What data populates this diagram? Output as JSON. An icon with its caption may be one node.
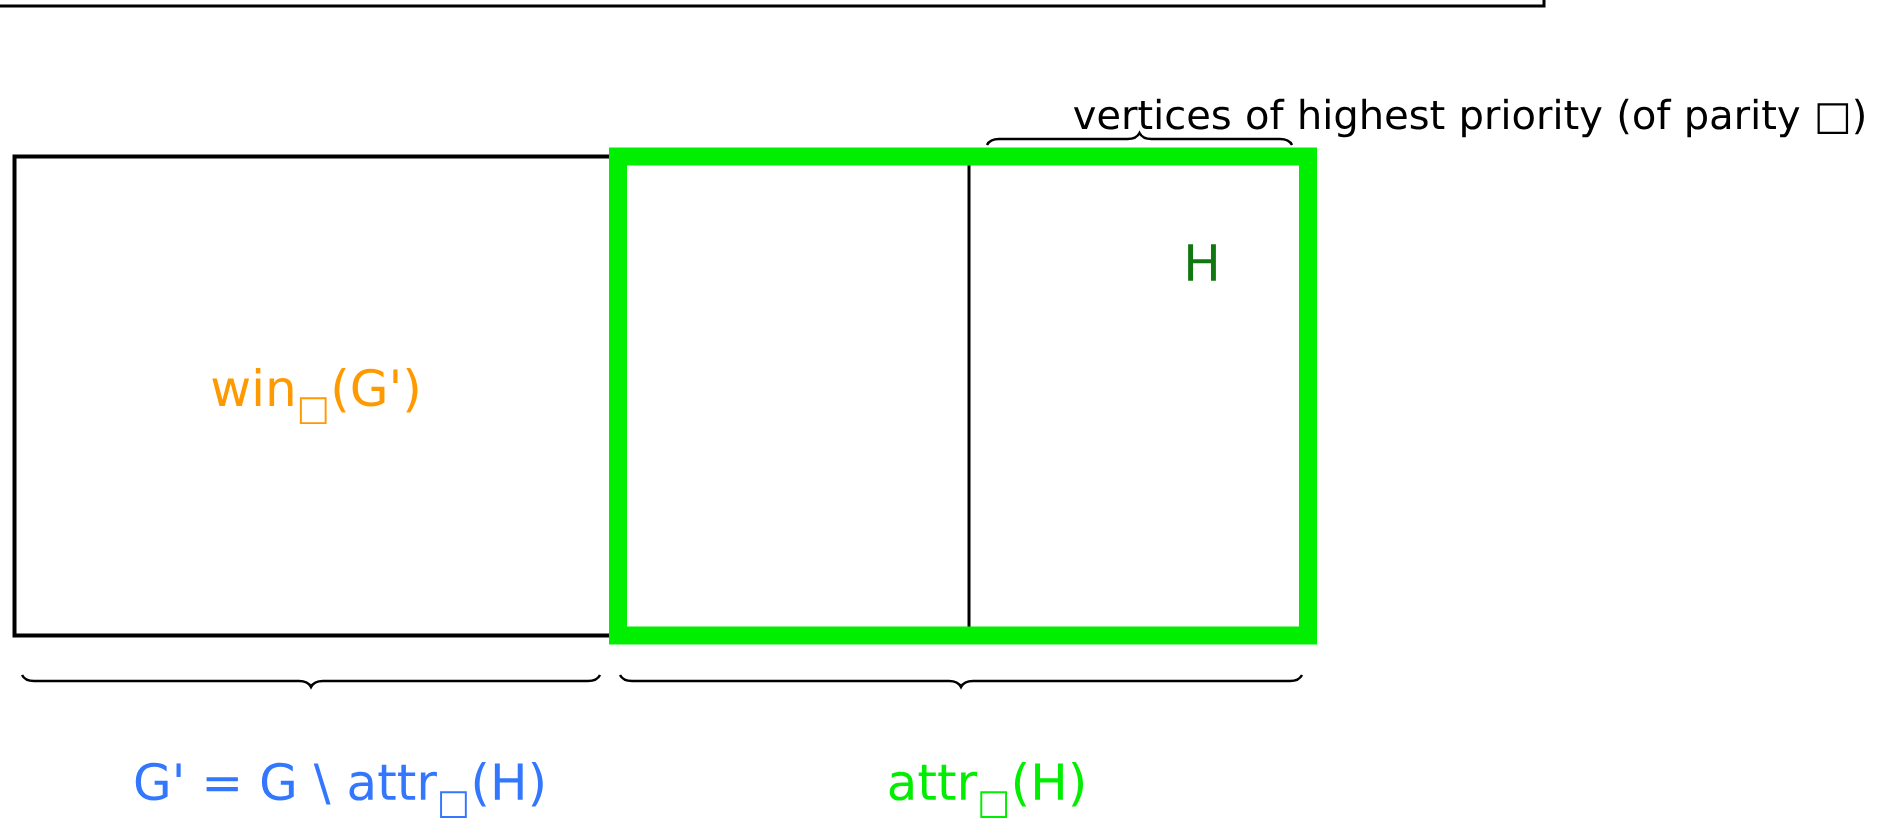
{
  "diagram": {
    "nodes": [
      {
        "text": [
          "win$_{□}$(G')"
        ]
      },
      {
        "text": [],
        "shape": "box"
      },
      {
        "text": [
          "H"
        ],
        "in": 1
      }
    ],
    "labels": [
      "vertices of highest priority (of parity □)",
      "G' = G \\ attr$_{□}$(H)",
      "attr$_{□}$(H)"
    ]
  }
}
